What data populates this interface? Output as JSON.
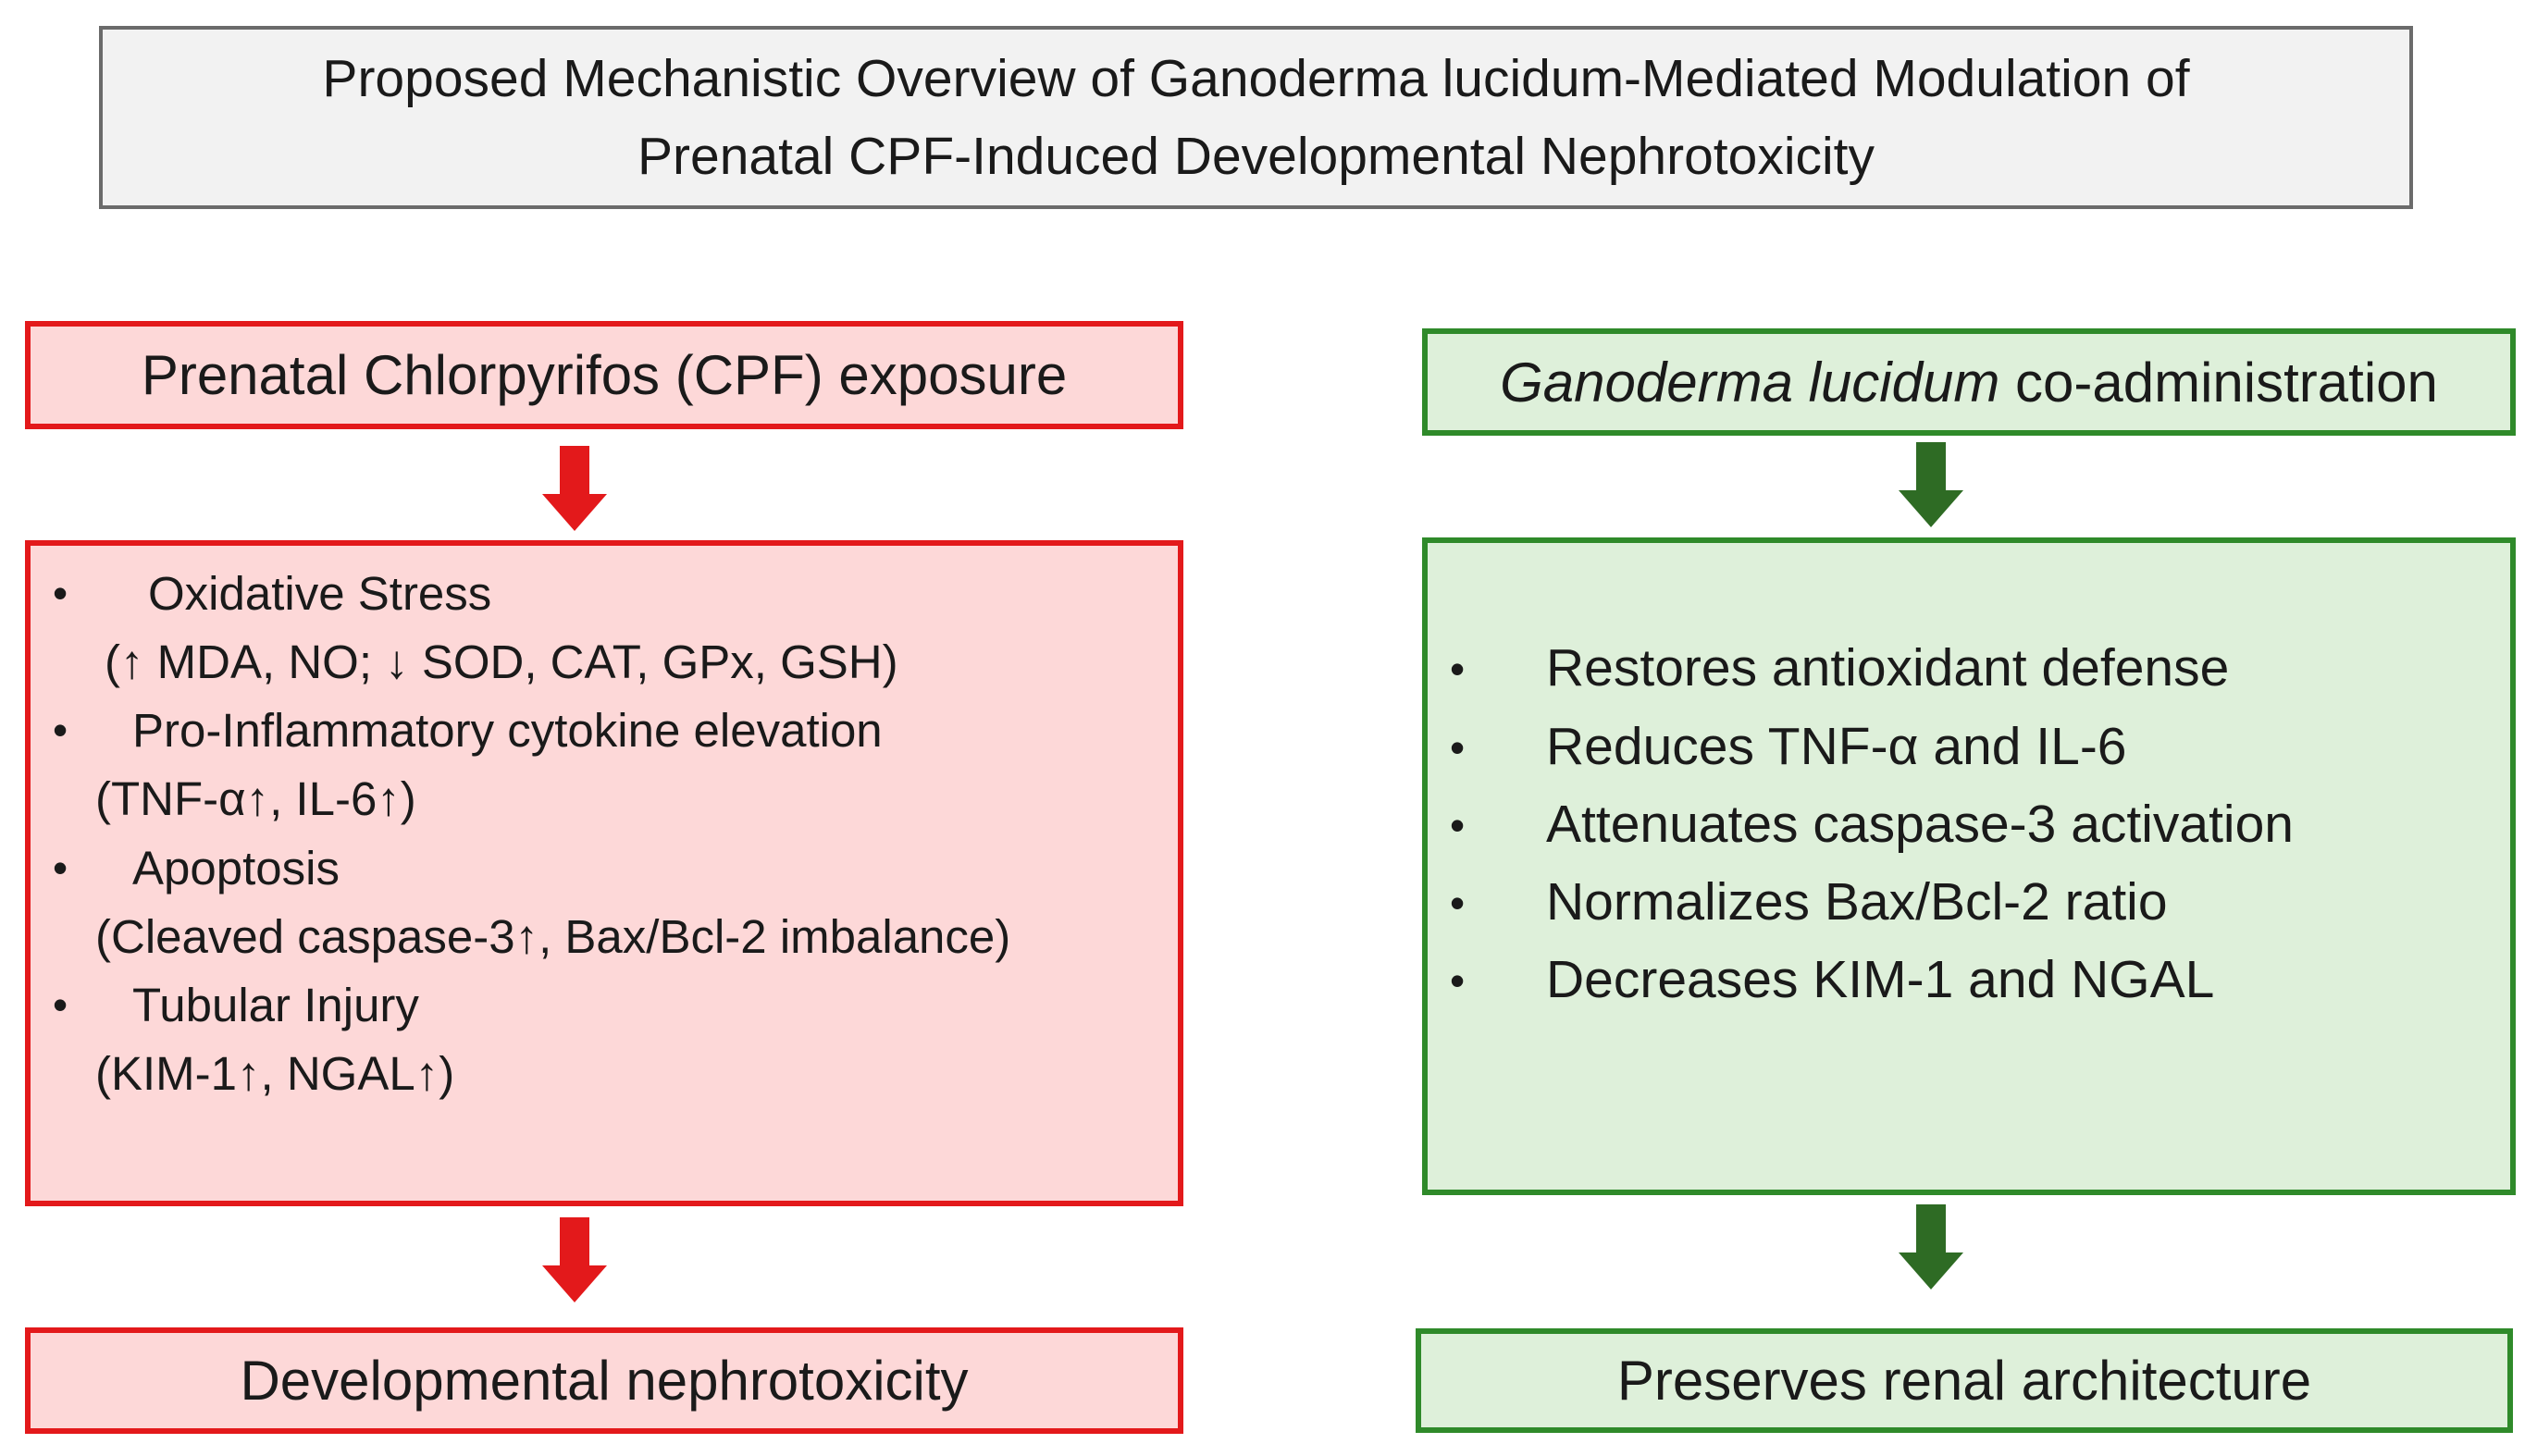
{
  "title": {
    "line1": "Proposed Mechanistic Overview of Ganoderma lucidum-Mediated Modulation of",
    "line2": "Prenatal CPF-Induced Developmental Nephrotoxicity"
  },
  "left": {
    "header": "Prenatal Chlorpyrifos (CPF) exposure",
    "bullet_glyph": "•",
    "effects": [
      {
        "label": "Oxidative Stress",
        "detail": "(↑ MDA, NO; ↓ SOD, CAT, GPx, GSH)"
      },
      {
        "label": "Pro-Inflammatory cytokine elevation",
        "detail": "(TNF-α↑, IL-6↑)"
      },
      {
        "label": "Apoptosis",
        "detail": "(Cleaved caspase-3↑, Bax/Bcl-2 imbalance)"
      },
      {
        "label": "Tubular Injury",
        "detail": "(KIM-1↑, NGAL↑)"
      }
    ],
    "outcome": "Developmental nephrotoxicity"
  },
  "right": {
    "header_italic": "Ganoderma lucidum",
    "header_rest": " co-administration",
    "effects": [
      "Restores antioxidant defense",
      "Reduces TNF-α and IL-6",
      "Attenuates caspase-3 activation",
      "Normalizes Bax/Bcl-2 ratio",
      "Decreases KIM-1 and NGAL"
    ],
    "outcome": "Preserves renal architecture"
  },
  "colors": {
    "red_border": "#e3191b",
    "red_fill": "#fdd8d8",
    "red_arrow": "#e3191b",
    "green_border": "#2f8a2a",
    "green_fill": "#def0da",
    "green_arrow": "#2e6b24",
    "title_fill": "#f2f2f2",
    "title_border": "#6b6b6b"
  }
}
